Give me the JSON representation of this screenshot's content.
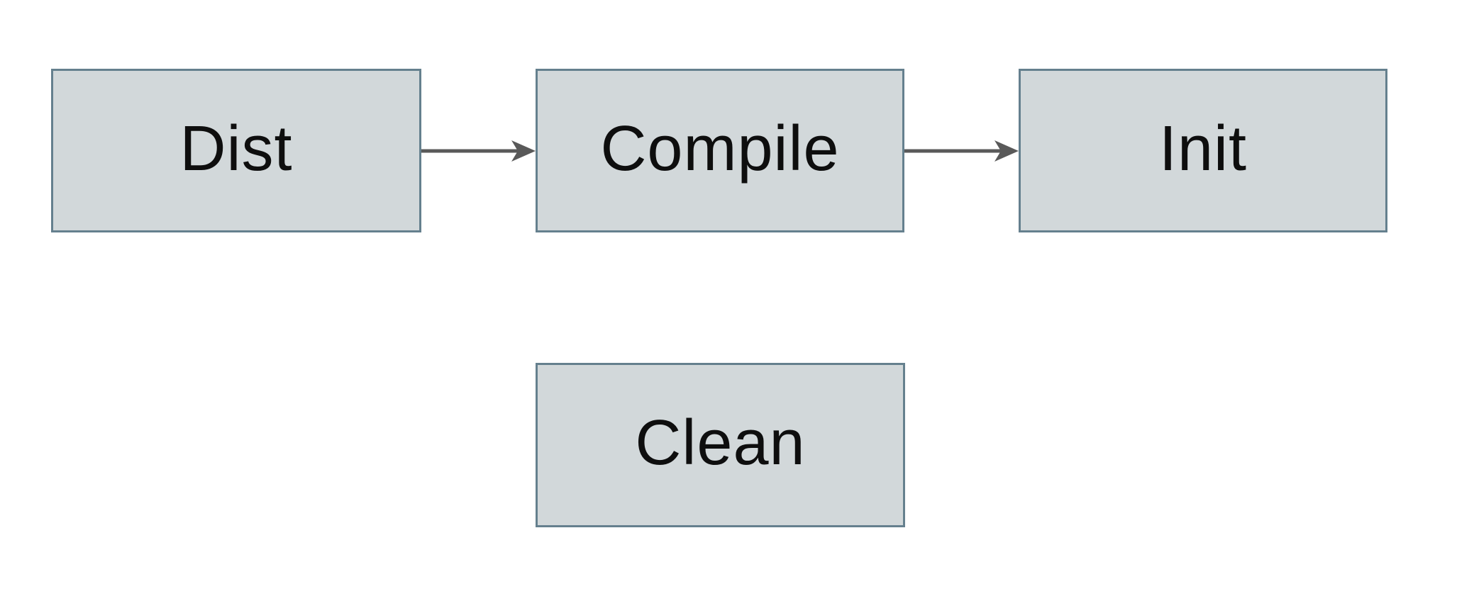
{
  "diagram": {
    "type": "flowchart",
    "nodes": [
      {
        "id": "dist",
        "label": "Dist"
      },
      {
        "id": "compile",
        "label": "Compile"
      },
      {
        "id": "init",
        "label": "Init"
      },
      {
        "id": "clean",
        "label": "Clean"
      }
    ],
    "edges": [
      {
        "from": "dist",
        "to": "compile",
        "style": "solid-arrow-right"
      },
      {
        "from": "compile",
        "to": "init",
        "style": "solid-arrow-right"
      }
    ],
    "colors": {
      "node_fill": "#d2d8da",
      "node_border": "#65808e",
      "arrow": "#595959",
      "label": "#0e0e0e",
      "background": "#ffffff"
    }
  }
}
